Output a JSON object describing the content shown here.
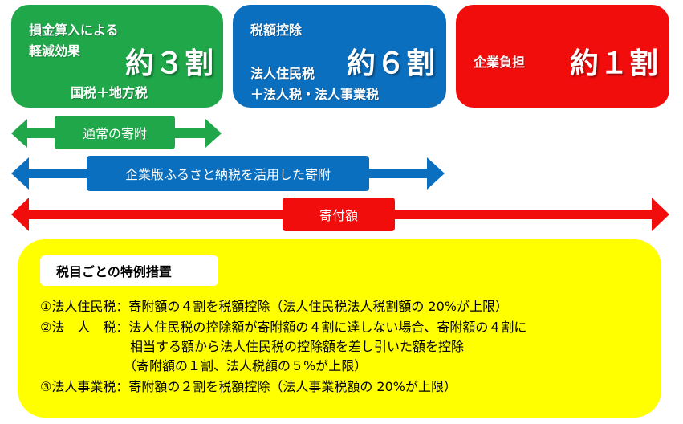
{
  "colors": {
    "green": "#1fa74a",
    "blue": "#0b6fbf",
    "red": "#f20d0d",
    "yellow": "#ffff00"
  },
  "box1": {
    "line1": "損金算入による",
    "line2": "軽減効果",
    "big": "約３割",
    "sub": "国税＋地方税"
  },
  "box2": {
    "line1": "税額控除",
    "line2": "法人住民税",
    "line3": "＋法人税・法人事業税",
    "big": "約６割"
  },
  "box3": {
    "label": "企業負担",
    "big": "約１割"
  },
  "arrows": {
    "green_label": "通常の寄附",
    "blue_label": "企業版ふるさと納税を活用した寄附",
    "red_label": "寄付額"
  },
  "panel": {
    "title": "税目ごとの特例措置",
    "lines": [
      "①法人住民税：寄附額の４割を税額控除（法人住民税法人税割額の 20%が上限）",
      "②法　人　税：法人住民税の控除額が寄附額の４割に達しない場合、寄附額の４割に",
      "　　　　　　　相当する額から法人住民税の控除額を差し引いた額を控除",
      "　　　　　　　（寄附額の１割、法人税額の５%が上限）",
      "③法人事業税：寄附額の２割を税額控除（法人事業税額の 20%が上限）"
    ]
  }
}
